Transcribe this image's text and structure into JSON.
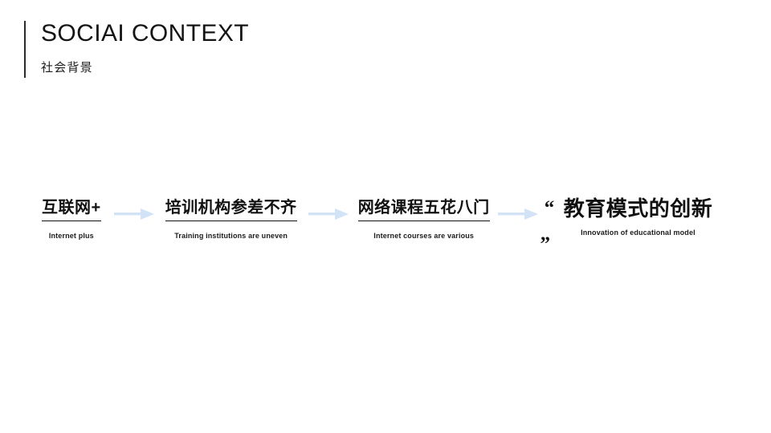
{
  "slide": {
    "background_color": "#ffffff",
    "accent_color": "#d2e2f7",
    "text_color": "#111111"
  },
  "header": {
    "title": "SOCIAI CONTEXT",
    "subtitle": "社会背景"
  },
  "flow": {
    "arrow_label": "arrow-right",
    "steps": [
      {
        "cn": "互联网+",
        "en": "Internet plus",
        "underlined": true,
        "highlighted": false
      },
      {
        "cn": "培训机构参差不齐",
        "en": "Training institutions are uneven",
        "underlined": true,
        "highlighted": false
      },
      {
        "cn": "网络课程五花八门",
        "en": "Internet courses are various",
        "underlined": true,
        "highlighted": false
      },
      {
        "cn": "教育模式的创新",
        "en": "Innovation of educational model",
        "underlined": false,
        "highlighted": true,
        "quote_open": "“",
        "quote_close": "„"
      }
    ]
  }
}
